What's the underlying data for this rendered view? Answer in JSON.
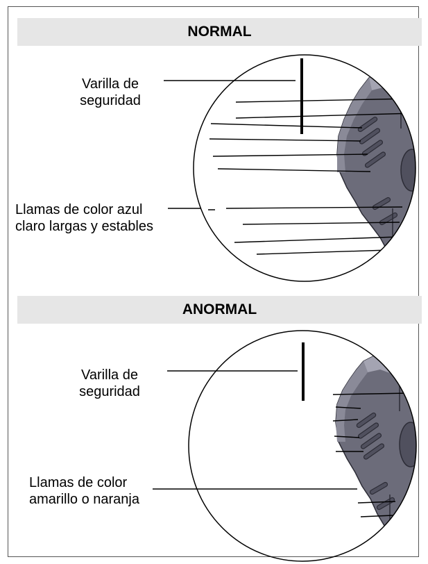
{
  "normal": {
    "title": "NORMAL",
    "rod_label": "Varilla de seguridad",
    "flame_label": "Llamas de color azul claro largas y estables",
    "colors": {
      "burner": "#6a6a78",
      "burner_light": "#9a9aa8",
      "flame": "#000000"
    }
  },
  "abnormal": {
    "title": "ANORMAL",
    "rod_label": "Varilla de seguridad",
    "flame_label": "Llamas de color amarillo o naranja"
  }
}
